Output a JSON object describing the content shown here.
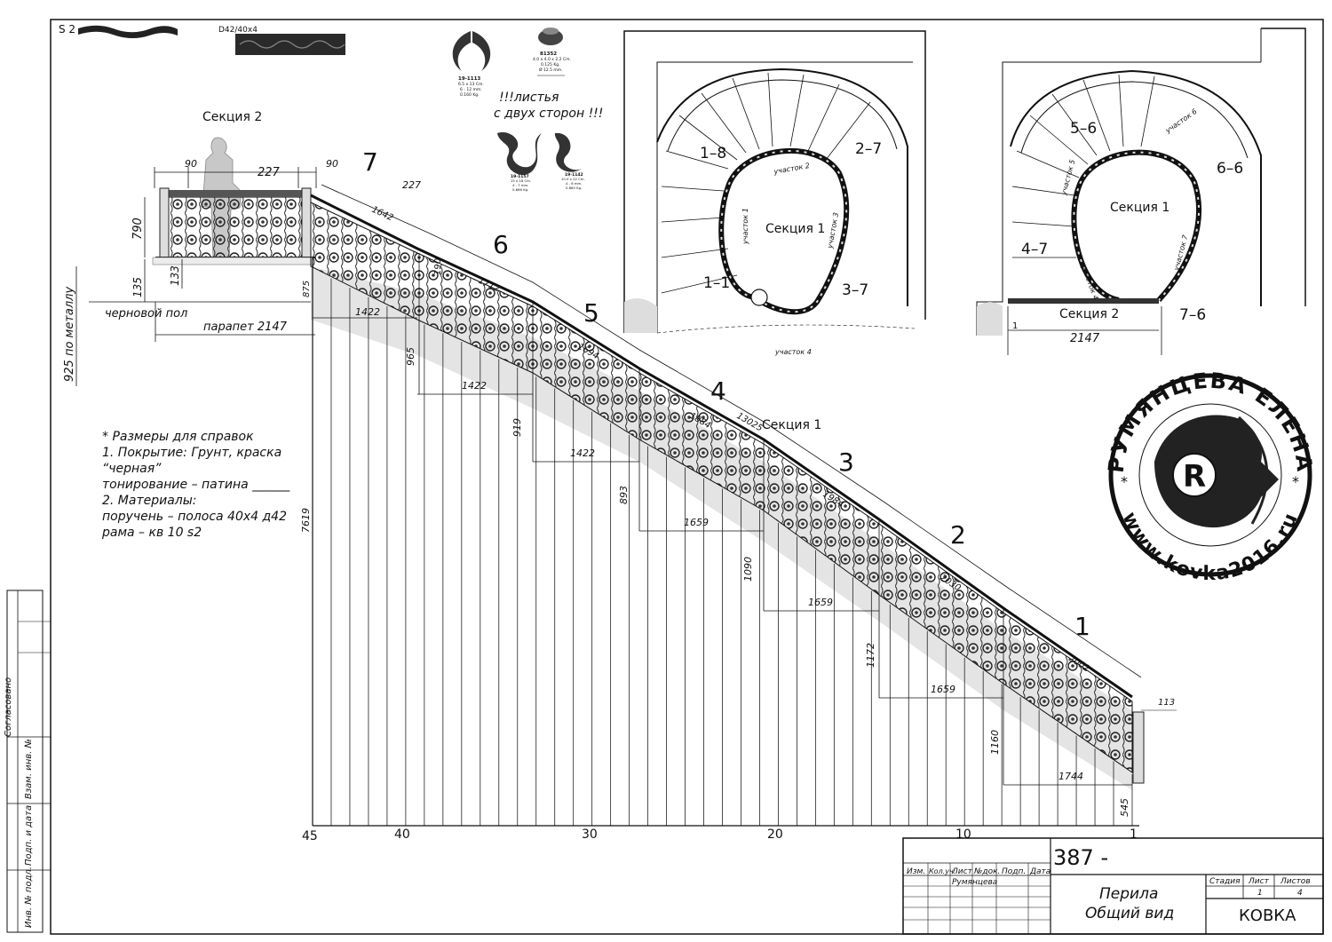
{
  "materials": {
    "s2_label": "S 2",
    "d42_label": "D42/40x4",
    "part1_code": "19-1113",
    "part1_spec1": "6.5 x 13 Cm.",
    "part1_spec2": "6 - 12 mm.",
    "part1_spec3": "0.160 Kg.",
    "part2_code": "81352",
    "part2_spec1": "4.0 x 4.0 x 2.2 Cm.",
    "part2_spec2": "0.125 Kg.",
    "part2_spec3": "Ø 12.5 mm.",
    "leaves_note1": "!!!листья",
    "leaves_note2": "с двух сторон !!!",
    "part3_code": "19-1157",
    "part3_spec1": "15 x 18 Cm.",
    "part3_spec2": "4 - 7 mm.",
    "part3_spec3": "0.666 Kg.",
    "part4_code": "19-1142",
    "part4_spec1": "10.0 x 22 Cm.",
    "part4_spec2": "4 - 6 mm.",
    "part4_spec3": "0.680 Kg."
  },
  "section2": {
    "title": "Секция 2",
    "dim_90": "90",
    "dim_227": "227",
    "dim_790": "790",
    "dim_135": "135",
    "dim_133": "133",
    "dim_875": "875",
    "floor_label": "черновой пол",
    "parapet_label": "парапет 2147",
    "metal_label": "925 по металлу"
  },
  "stair": {
    "seg_labels": [
      "7",
      "6",
      "5",
      "4",
      "3",
      "2",
      "1"
    ],
    "top_90": "90",
    "top_227": "227",
    "len_1642": "1642",
    "len_190": "190",
    "len_1712": "1712",
    "len_1694": "1694",
    "len_1884": "1884",
    "len_13025": "13025",
    "sect1_label": "Секция 1",
    "len_1984": "1984",
    "len_2030": "2030",
    "len_2002": "2002",
    "len_113": "113",
    "h_1422a": "1422",
    "h_1422b": "1422",
    "h_1422c": "1422",
    "h_1659a": "1659",
    "h_1659b": "1659",
    "h_1659c": "1659",
    "h_1744": "1744",
    "v_965": "965",
    "v_919": "919",
    "v_893": "893",
    "v_1090": "1090",
    "v_1172": "1172",
    "v_1160": "1160",
    "v_545": "545",
    "v_7619": "7619",
    "step_45": "45",
    "step_40": "40",
    "step_30": "30",
    "step_20": "20",
    "step_10": "10",
    "step_1": "1"
  },
  "notes": {
    "line1": "* Размеры для справок",
    "line2": "1. Покрытие: Грунт, краска",
    "line3": "“черная”",
    "line4": "тонирование – патина ______",
    "line5": "2. Материалы:",
    "line6": "поручень – полоса 40х4 д42",
    "line7": "рама – кв 10 s2"
  },
  "plan1": {
    "label_18": "1–8",
    "label_27": "2–7",
    "label_11": "1–1",
    "label_37": "3–7",
    "section_label": "Секция 1",
    "uch1": "участок 1",
    "uch2": "участок 2",
    "uch3": "участок 3",
    "uch4": "участок 4"
  },
  "plan2": {
    "label_56": "5–6",
    "label_66": "6–6",
    "label_47": "4–7",
    "label_76": "7–6",
    "section1_label": "Секция 1",
    "section2_label": "Секция 2",
    "dim_2147": "2147",
    "dim_1": "1",
    "uch4": "участок 4",
    "uch5": "участок 5",
    "uch6": "участок 6",
    "uch7": "участок 7"
  },
  "stamp": {
    "name_arc": "РУМЯНЦЕВА ЕЛЕНА",
    "url_arc": "www.kovka2016.ru",
    "letter": "R"
  },
  "sidebar": {
    "s1": "Согласовано",
    "s2": "Инв. № подл.",
    "s3": "Подп. и дата",
    "s4": "Взам. инв. №"
  },
  "title_block": {
    "doc_num": "387 -",
    "h_izm": "Изм.",
    "h_kol": "Кол.уч.",
    "h_list": "Лист",
    "h_ndok": "№док.",
    "h_podp": "Подп.",
    "h_data": "Дата",
    "author": "Румянцева",
    "title1": "Перила",
    "title2": "Общий вид",
    "h_stadia": "Стадия",
    "h_list2": "Лист",
    "h_listov": "Листов",
    "v_list": "1",
    "v_listov": "4",
    "company": "КОВКА"
  }
}
